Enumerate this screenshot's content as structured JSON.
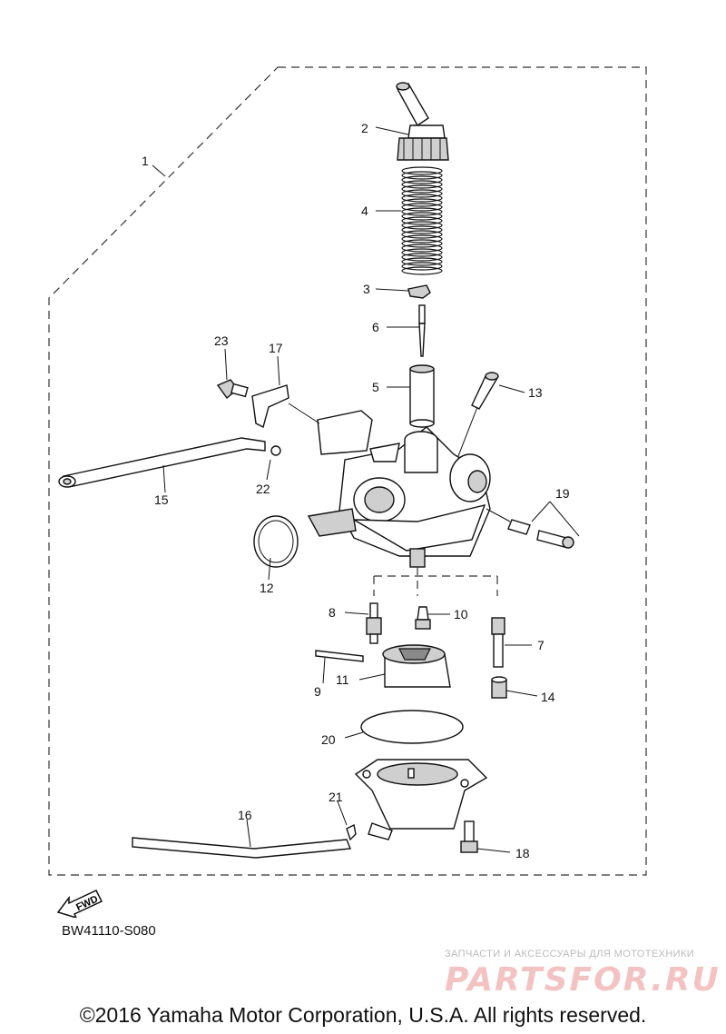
{
  "diagram": {
    "part_labels": [
      "1",
      "2",
      "3",
      "4",
      "5",
      "6",
      "7",
      "8",
      "9",
      "10",
      "11",
      "12",
      "13",
      "14",
      "15",
      "16",
      "17",
      "18",
      "19",
      "20",
      "21",
      "22",
      "23"
    ]
  },
  "fwd_badge": {
    "label": "FWD",
    "icon": "forward-arrow-icon"
  },
  "figure_code": "BW41110-S080",
  "watermark": {
    "tagline": "ЗАПЧАСТИ И АКСЕССУАРЫ ДЛЯ МОТОТЕХНИКИ",
    "brand": "PARTSFOR.RU"
  },
  "copyright": "©2016 Yamaha Motor Corporation, U.S.A. All rights reserved."
}
